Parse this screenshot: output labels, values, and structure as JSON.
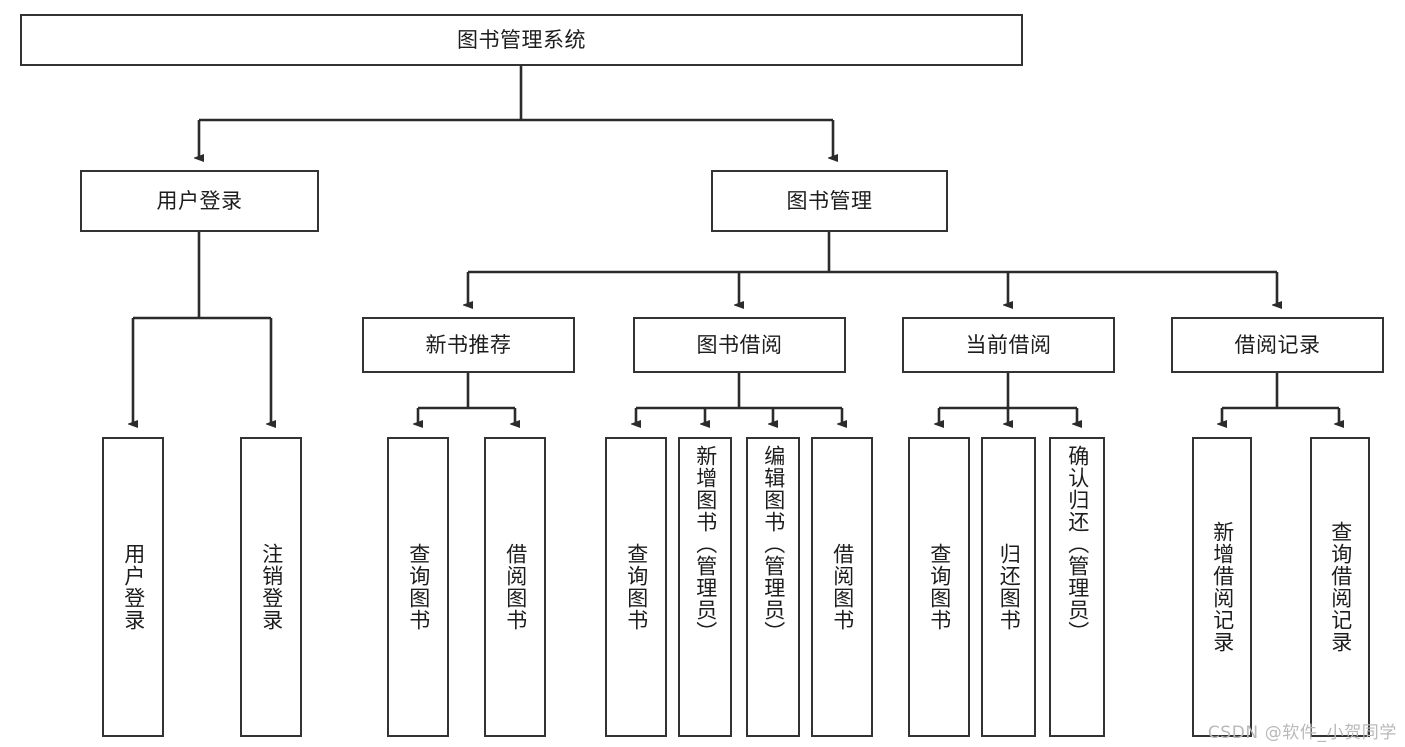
{
  "diagram": {
    "title": "图书管理系统",
    "type": "tree-hierarchy-chart",
    "root": {
      "label": "图书管理系统"
    },
    "level1": [
      {
        "label": "用户登录"
      },
      {
        "label": "图书管理"
      }
    ],
    "level2": [
      {
        "label": "新书推荐"
      },
      {
        "label": "图书借阅"
      },
      {
        "label": "当前借阅"
      },
      {
        "label": "借阅记录"
      }
    ],
    "leaves": {
      "user_login": [
        {
          "label": "用户登录"
        },
        {
          "label": "注销登录"
        }
      ],
      "new_book_recommend": [
        {
          "label": "查询图书"
        },
        {
          "label": "借阅图书"
        }
      ],
      "book_borrow": [
        {
          "label": "查询图书"
        },
        {
          "label": "新增图书（管理员）"
        },
        {
          "label": "编辑图书（管理员）"
        },
        {
          "label": "借阅图书"
        }
      ],
      "current_borrow": [
        {
          "label": "查询图书"
        },
        {
          "label": "归还图书"
        },
        {
          "label": "确认归还（管理员）"
        }
      ],
      "borrow_record": [
        {
          "label": "新增借阅记录"
        },
        {
          "label": "查询借阅记录"
        }
      ]
    },
    "colors": {
      "box_border": "#333333",
      "box_fill": "#ffffff",
      "edge": "#2b2b2b",
      "text": "#1d1d1d",
      "watermark": "#b9b9b9"
    }
  },
  "watermark": {
    "text": "CSDN @软件_小贺同学"
  }
}
